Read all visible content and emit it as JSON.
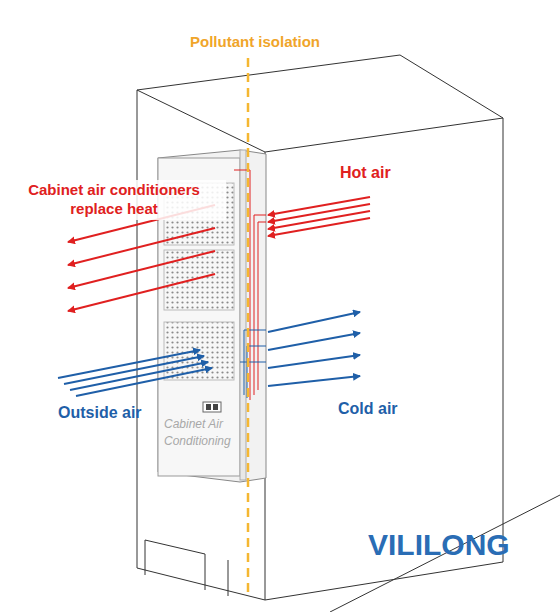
{
  "diagram": {
    "nodes": [
      {
        "text": [
          "Cabinet Air Conditioning"
        ]
      }
    ],
    "labels": [
      "Pollutant isolation",
      "Cabinet air conditioners replace heat",
      "Hot air",
      "Outside air",
      "Cold air",
      "VILILONG"
    ]
  }
}
